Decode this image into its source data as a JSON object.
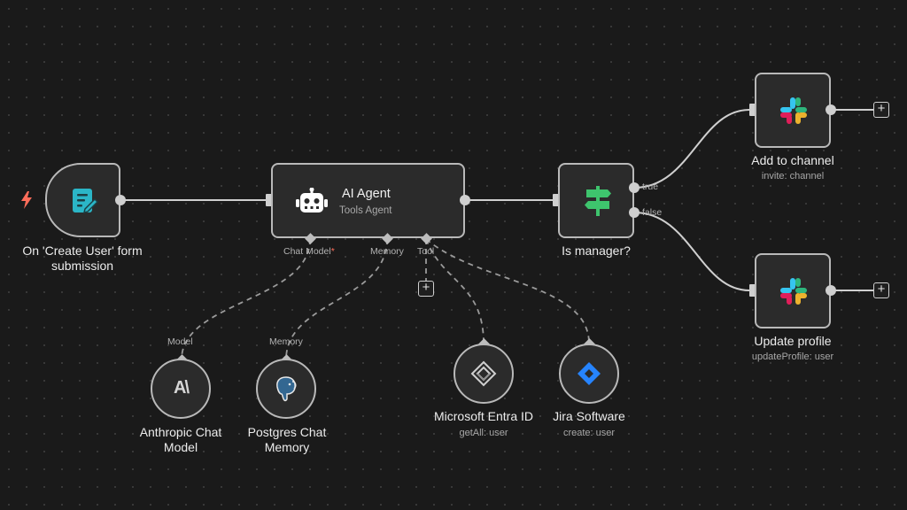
{
  "trigger": {
    "title": "On 'Create User' form submission",
    "title_line1": "On 'Create User' form",
    "title_line2": "submission"
  },
  "agent": {
    "title": "AI Agent",
    "subtitle": "Tools Agent",
    "ports": {
      "chat_model": "Chat Model",
      "chat_model_required_mark": "*",
      "memory": "Memory",
      "tool": "Tool"
    }
  },
  "if_node": {
    "title": "Is manager?",
    "outputs": {
      "true": "true",
      "false": "false"
    }
  },
  "slack_add": {
    "title": "Add to channel",
    "subtitle": "invite: channel"
  },
  "slack_update": {
    "title": "Update profile",
    "subtitle": "updateProfile: user"
  },
  "anthropic": {
    "port_label": "Model",
    "title_line1": "Anthropic Chat",
    "title_line2": "Model",
    "logo_text": "A\\"
  },
  "postgres": {
    "port_label": "Memory",
    "title_line1": "Postgres Chat",
    "title_line2": "Memory"
  },
  "entra": {
    "title": "Microsoft Entra ID",
    "subtitle": "getAll: user"
  },
  "jira": {
    "title": "Jira Software",
    "subtitle": "create: user"
  },
  "plus_symbol": "+",
  "icons": {
    "trigger_bolt": "lightning-icon",
    "form": "form-icon",
    "agent": "robot-icon",
    "if": "signpost-icon",
    "slack": "slack-icon",
    "anthropic": "anthropic-icon",
    "postgres": "postgres-elephant-icon",
    "entra": "entra-icon",
    "jira": "jira-icon",
    "add": "plus-icon"
  },
  "colors": {
    "canvas": "#1a1a1a",
    "node_fill": "#2b2b2b",
    "node_border": "#b9b9b9",
    "wire": "#cfcfcf",
    "trigger_bolt": "#ff6d5a",
    "form_icon": "#2bb6c7",
    "if_icon": "#3ec46d",
    "jira": "#2684ff",
    "slack_red": "#e01e5a",
    "slack_blue": "#36c5f0",
    "slack_green": "#2eb67d",
    "slack_yellow": "#ecb22e"
  }
}
